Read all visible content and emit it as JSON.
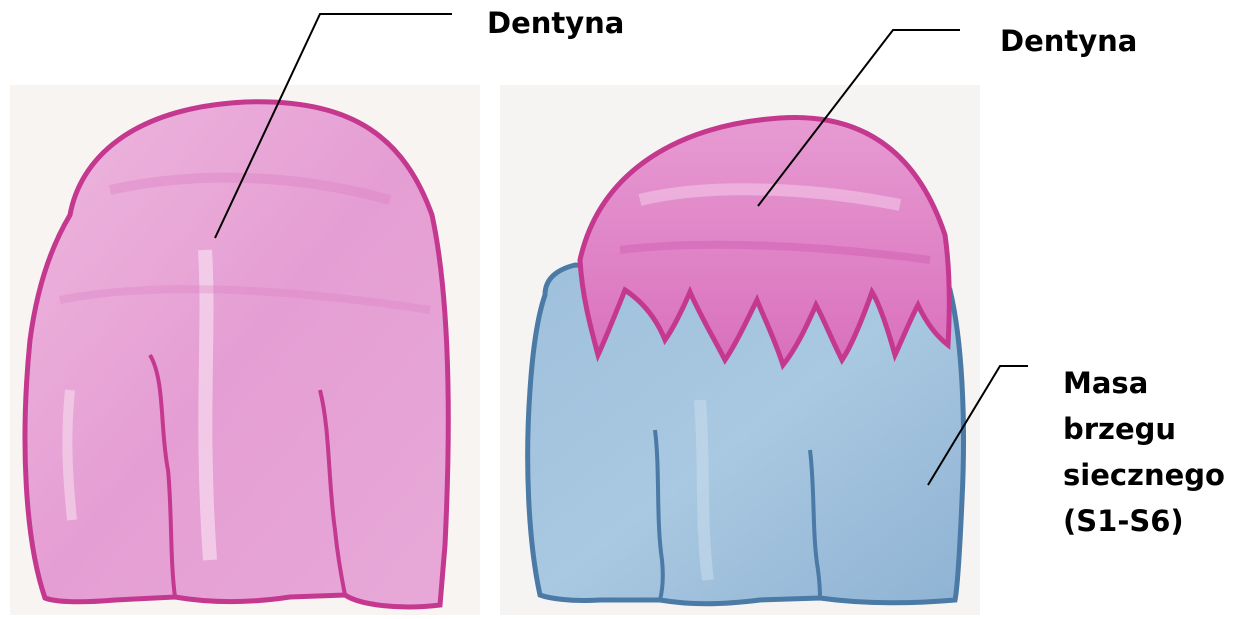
{
  "labels": {
    "left_dentin": "Dentyna",
    "right_dentin": "Dentyna",
    "incisal_lines": [
      "Masa",
      "brzegu",
      "siecznego",
      "(S1-S6)"
    ]
  },
  "colors": {
    "dentin_fill": "#e7a6d6",
    "dentin_stroke": "#c4398f",
    "incisal_fill": "#9bbcd9",
    "incisal_stroke": "#4a7aa5",
    "paper": "#f7f3ef",
    "leader_line": "#000000"
  }
}
